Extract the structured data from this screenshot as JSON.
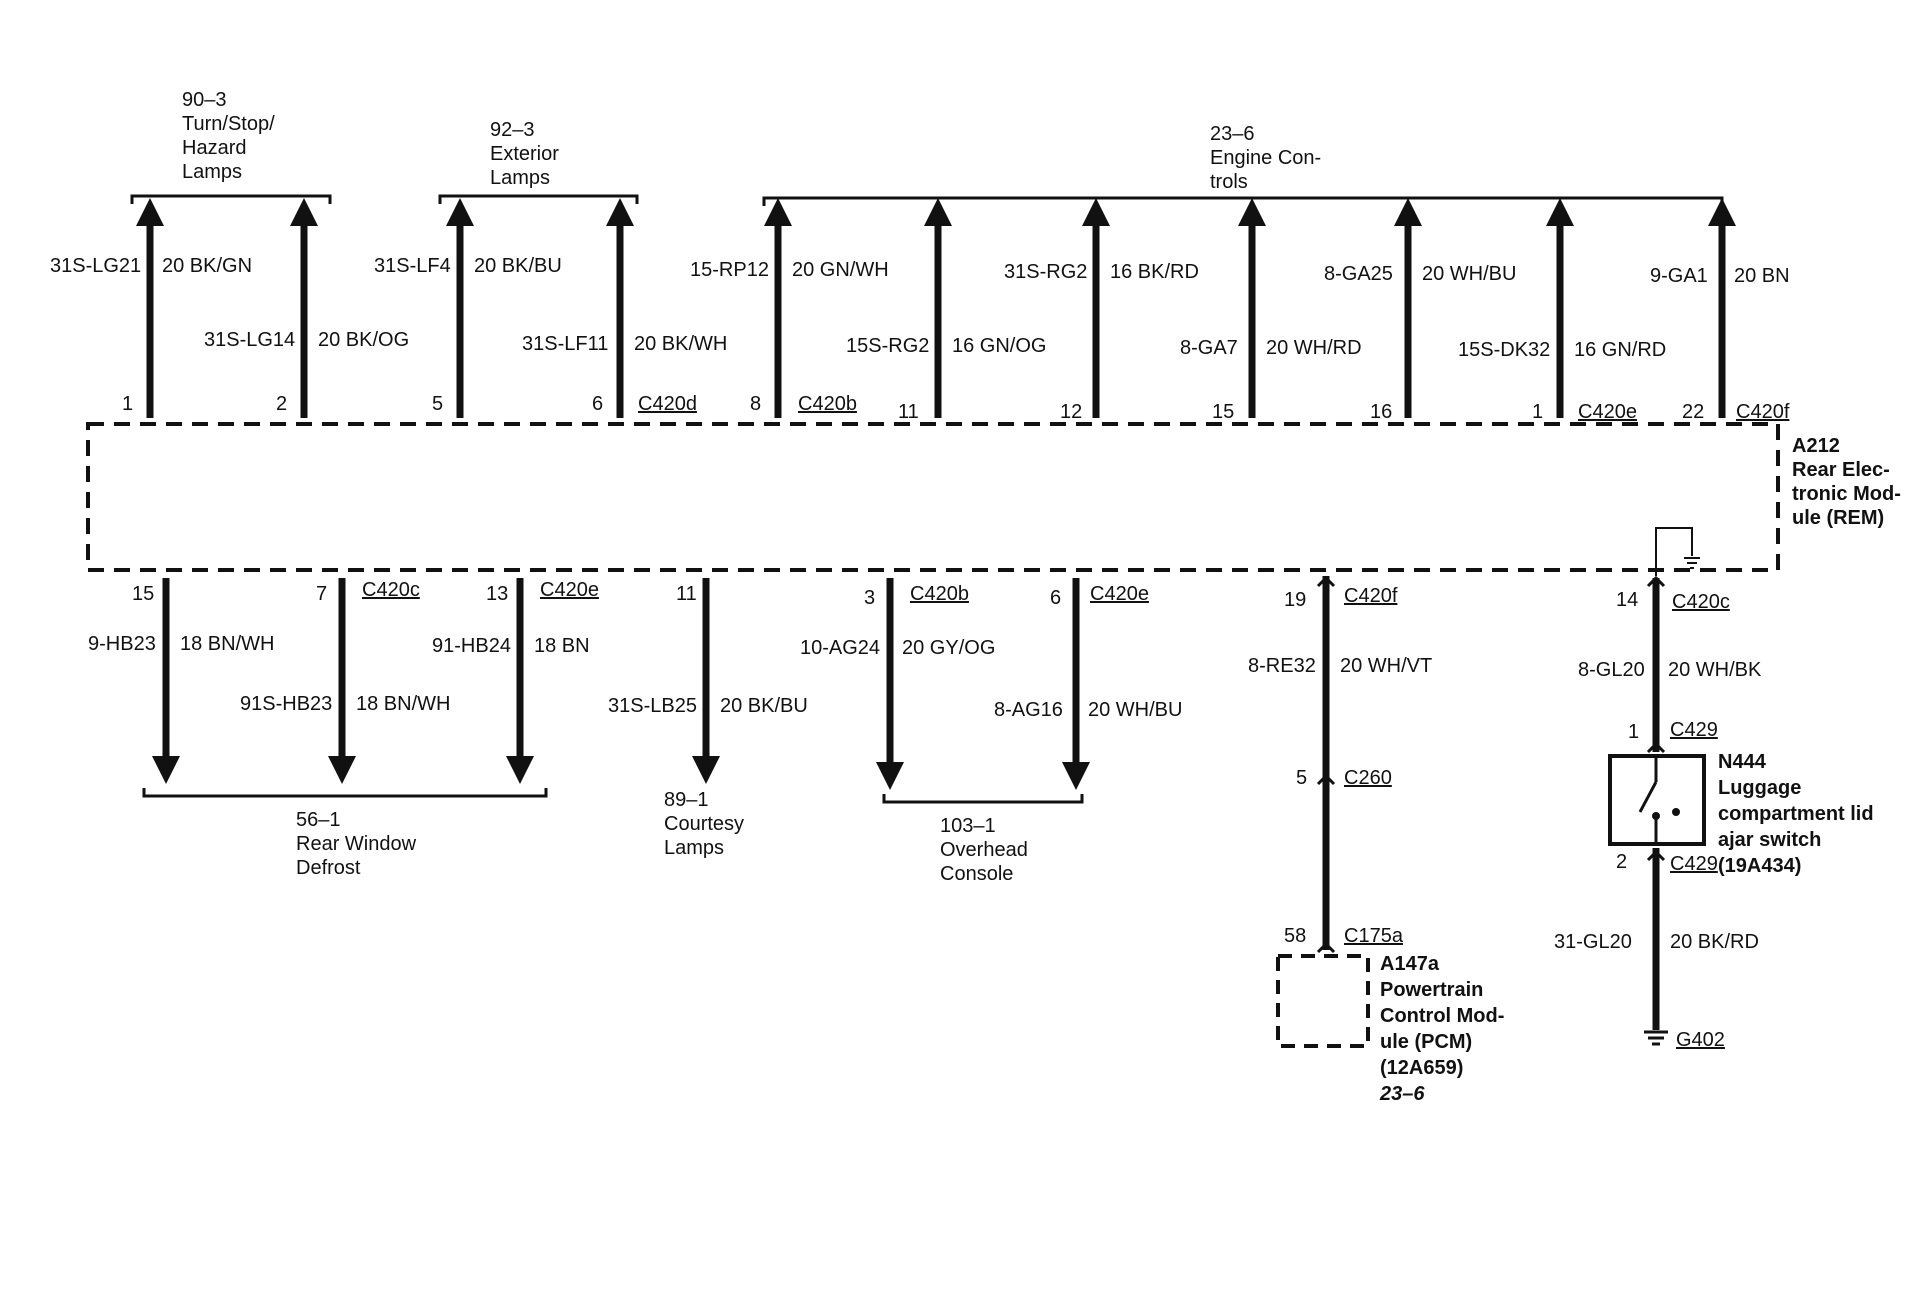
{
  "colors": {
    "ink": "#111111",
    "background": "#ffffff"
  },
  "module": {
    "id": "A212",
    "lines": [
      "Rear Elec-",
      "tronic Mod-",
      "ule (REM)"
    ]
  },
  "top_groups": [
    {
      "lines": [
        "90–3",
        "Turn/Stop/",
        "Hazard",
        "Lamps"
      ]
    },
    {
      "lines": [
        "92–3",
        "Exterior",
        "Lamps"
      ]
    },
    {
      "lines": [
        "23–6",
        "Engine Con-",
        "trols"
      ]
    }
  ],
  "top_wires": [
    {
      "pin": "1",
      "circuit": "31S-LG21",
      "color": "20 BK/GN",
      "connector": ""
    },
    {
      "pin": "2",
      "circuit": "31S-LG14",
      "color": "20 BK/OG",
      "connector": ""
    },
    {
      "pin": "5",
      "circuit": "31S-LF4",
      "color": "20 BK/BU",
      "connector": ""
    },
    {
      "pin": "6",
      "circuit": "31S-LF11",
      "color": "20 BK/WH",
      "connector": "C420d"
    },
    {
      "pin": "8",
      "circuit": "15-RP12",
      "color": "20 GN/WH",
      "connector": "C420b"
    },
    {
      "pin": "11",
      "circuit": "15S-RG2",
      "color": "16 GN/OG",
      "connector": ""
    },
    {
      "pin": "12",
      "circuit": "31S-RG2",
      "color": "16 BK/RD",
      "connector": ""
    },
    {
      "pin": "15",
      "circuit": "8-GA7",
      "color": "20 WH/RD",
      "connector": ""
    },
    {
      "pin": "16",
      "circuit": "8-GA25",
      "color": "20 WH/BU",
      "connector": ""
    },
    {
      "pin": "1",
      "circuit": "15S-DK32",
      "color": "16 GN/RD",
      "connector": "C420e"
    },
    {
      "pin": "22",
      "circuit": "9-GA1",
      "color": "20 BN",
      "connector": "C420f"
    }
  ],
  "bottom_wires": [
    {
      "pin": "15",
      "circuit": "9-HB23",
      "color": "18 BN/WH",
      "connector": ""
    },
    {
      "pin": "7",
      "circuit": "91S-HB23",
      "color": "18 BN/WH",
      "connector": "C420c"
    },
    {
      "pin": "13",
      "circuit": "91-HB24",
      "color": "18 BN",
      "connector": "C420e"
    },
    {
      "pin": "11",
      "circuit": "31S-LB25",
      "color": "20 BK/BU",
      "connector": ""
    },
    {
      "pin": "3",
      "circuit": "10-AG24",
      "color": "20 GY/OG",
      "connector": "C420b"
    },
    {
      "pin": "6",
      "circuit": "8-AG16",
      "color": "20 WH/BU",
      "connector": "C420e"
    }
  ],
  "bottom_groups": [
    {
      "lines": [
        "56–1",
        "Rear Window",
        "Defrost"
      ]
    },
    {
      "lines": [
        "89–1",
        "Courtesy",
        "Lamps"
      ]
    },
    {
      "lines": [
        "103–1",
        "Overhead",
        "Console"
      ]
    }
  ],
  "pcm_branch": {
    "pin_top": "19",
    "connector_top": "C420f",
    "circuit": "8-RE32",
    "color": "20 WH/VT",
    "pin_mid": "5",
    "connector_mid": "C260",
    "pin_end": "58",
    "connector_end": "C175a",
    "component_id": "A147a",
    "component_lines": [
      "Powertrain",
      "Control Mod-",
      "ule (PCM)",
      "(12A659)"
    ],
    "reference": "23–6"
  },
  "switch_branch": {
    "pin_top": "14",
    "connector_top": "C420c",
    "circuit": "8-GL20",
    "color": "20 WH/BK",
    "pin_in": "1",
    "connector_in": "C429",
    "pin_out": "2",
    "connector_out": "C429",
    "switch_id": "N444",
    "switch_lines": [
      "Luggage",
      "compartment lid",
      "ajar switch",
      "(19A434)"
    ],
    "ground_circuit": "31-GL20",
    "ground_color": "20 BK/RD",
    "ground_id": "G402"
  }
}
